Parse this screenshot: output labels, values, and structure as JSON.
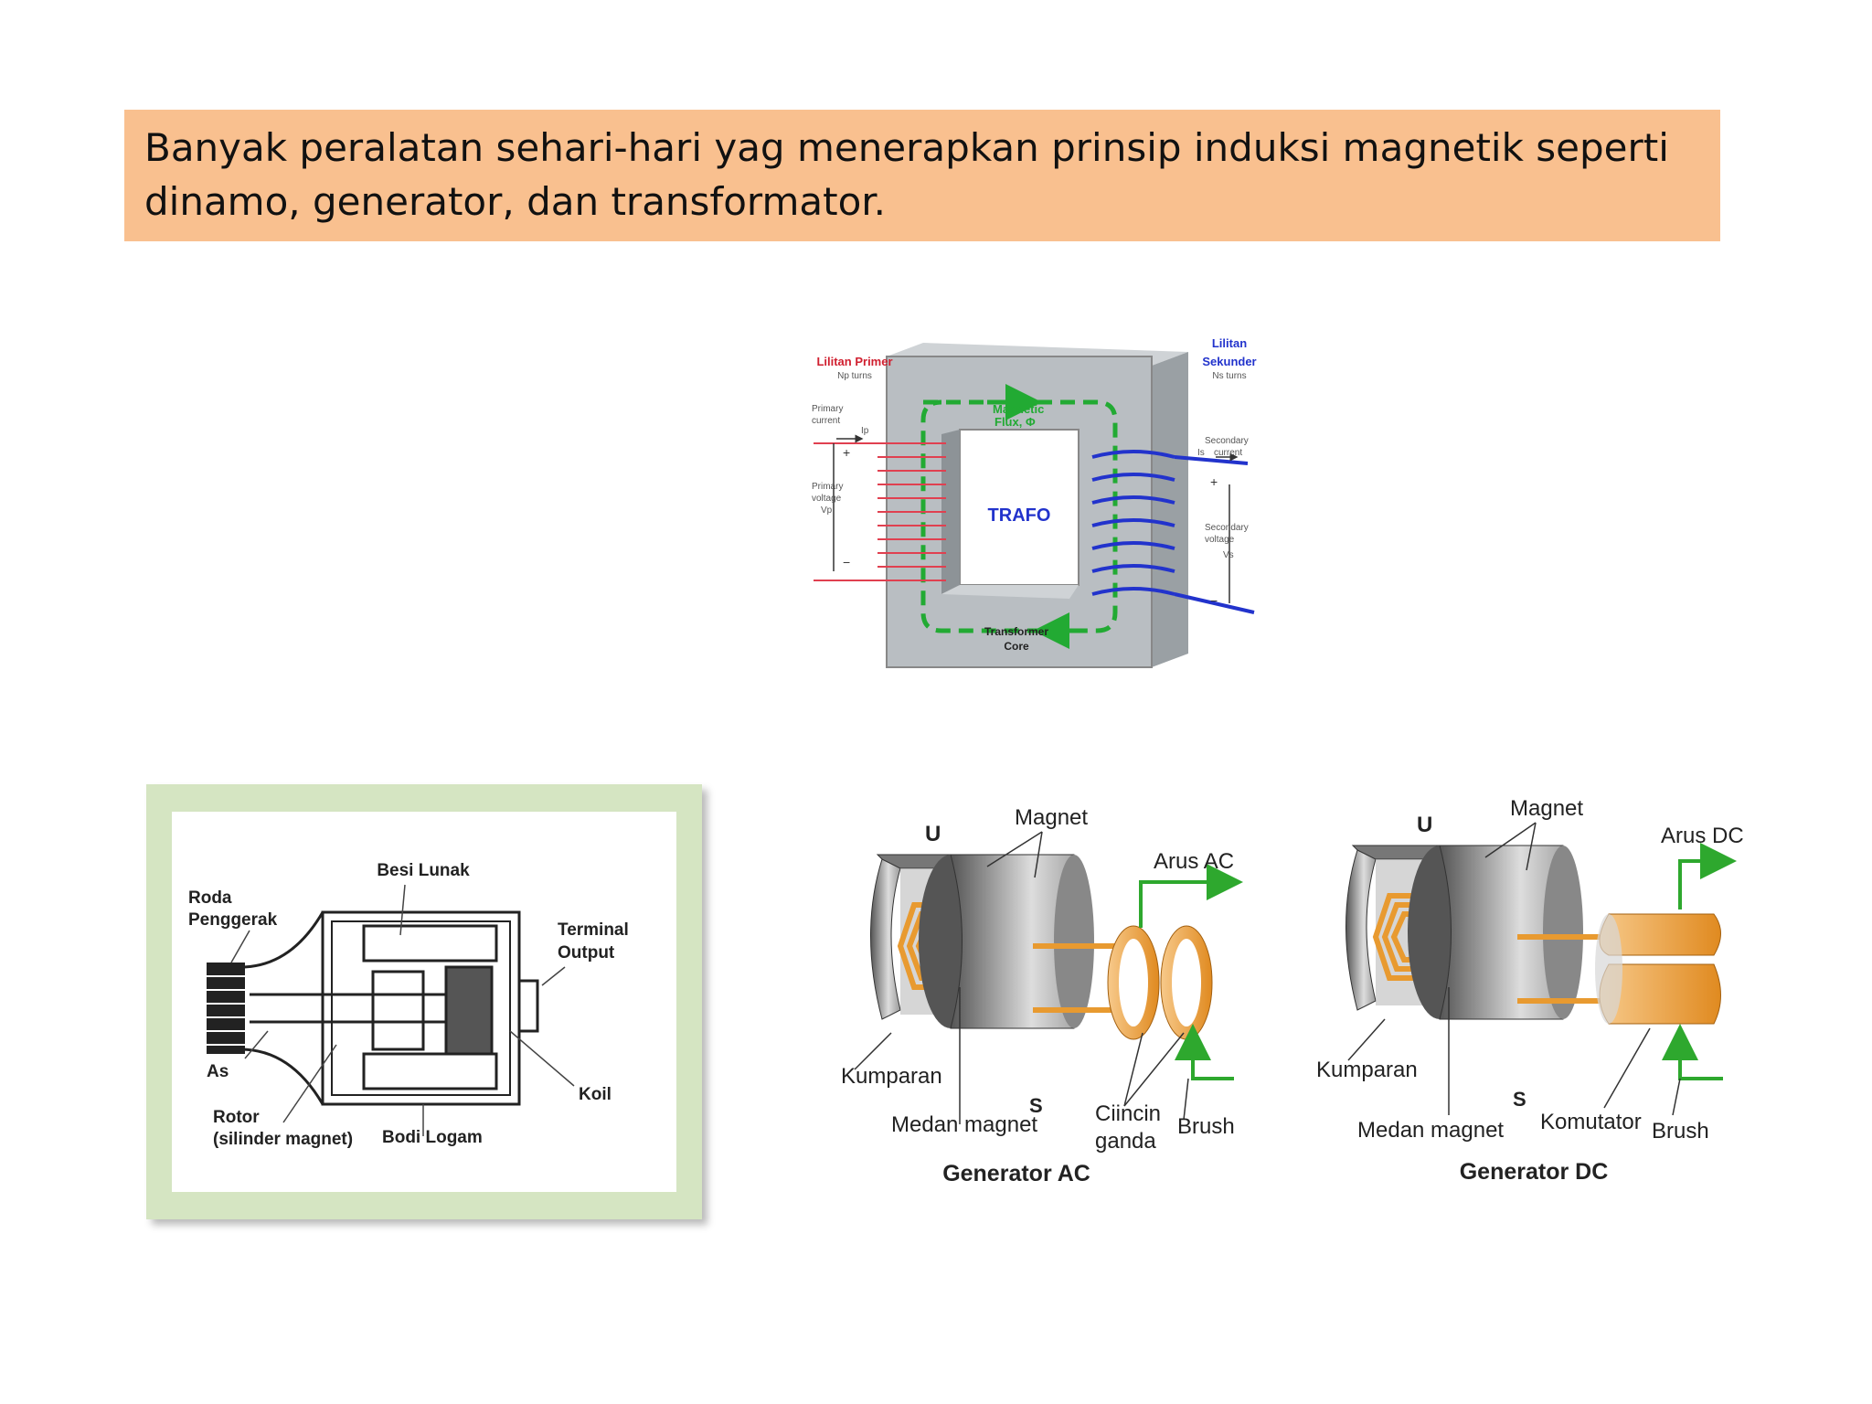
{
  "banner": {
    "line1": "Banyak peralatan sehari-hari yag menerapkan prinsip induksi magnetik seperti",
    "line2": "dinamo, generator, dan transformator."
  },
  "trafo": {
    "primary_title": "Lilitan Primer",
    "primary_turns": "Np turns",
    "secondary_title_1": "Lilitan",
    "secondary_title_2": "Sekunder",
    "secondary_turns": "Ns turns",
    "primary_current_1": "Primary",
    "primary_current_2": "current",
    "primary_current_sym": "Ip",
    "primary_voltage_1": "Primary",
    "primary_voltage_2": "voltage",
    "primary_voltage_sym": "Vp",
    "secondary_current_1": "Secondary",
    "secondary_current_2": "current",
    "secondary_current_sym": "Is",
    "secondary_voltage_1": "Secondary",
    "secondary_voltage_2": "voltage",
    "secondary_voltage_sym": "Vs",
    "flux_1": "Magnetic",
    "flux_2": "Flux, Φ",
    "center": "TRAFO",
    "core_1": "Transformer",
    "core_2": "Core",
    "plus": "+",
    "minus": "−"
  },
  "dinamo": {
    "besi_lunak": "Besi Lunak",
    "roda_1": "Roda",
    "roda_2": "Penggerak",
    "terminal_1": "Terminal",
    "terminal_2": "Output",
    "as": "As",
    "koil": "Koil",
    "rotor_1": "Rotor",
    "rotor_2": "(silinder magnet)",
    "bodi": "Bodi Logam"
  },
  "gen_ac": {
    "u": "U",
    "magnet": "Magnet",
    "arus": "Arus AC",
    "kumparan": "Kumparan",
    "s": "S",
    "medan": "Medan magnet",
    "cincin_1": "Ciincin",
    "cincin_2": "ganda",
    "brush": "Brush",
    "title": "Generator AC"
  },
  "gen_dc": {
    "u": "U",
    "magnet": "Magnet",
    "arus": "Arus DC",
    "kumparan": "Kumparan",
    "s": "S",
    "medan": "Medan magnet",
    "komutator": "Komutator",
    "brush": "Brush",
    "title": "Generator DC"
  },
  "colors": {
    "banner": "#f9c08f",
    "primary_coil": "#e04050",
    "secondary_coil": "#2233cc",
    "flux": "#22aa33",
    "copper": "#e89a30",
    "frame_green": "#d5e5c2"
  }
}
